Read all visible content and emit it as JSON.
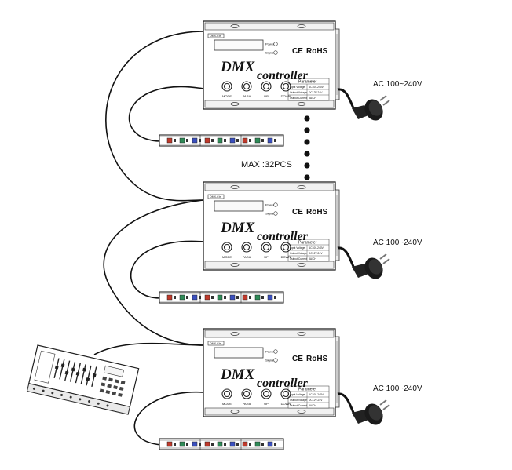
{
  "controller": {
    "model": "DMX-Ctrl",
    "indicator_power": "Power",
    "indicator_signal": "Signal",
    "cert_ce": "CE",
    "cert_rohs": "RoHS",
    "title_line1": "DMX",
    "title_line2": "controller",
    "param_title": "Parameter",
    "param_rows": [
      {
        "label": "Input Voltage",
        "value": "AC100-240V"
      },
      {
        "label": "Output Voltage",
        "value": "DC12V-24V"
      },
      {
        "label": "Output Current",
        "value": "3A/CH"
      }
    ],
    "buttons": [
      "MODE",
      "PARA",
      "UP",
      "DOWN"
    ]
  },
  "power_label": "AC 100~240V",
  "max_label": "MAX :32PCS",
  "strip": {
    "led_colors": [
      "#c0392b",
      "#2e8b57",
      "#3a4fbf",
      "#c0392b",
      "#2e8b57",
      "#3a4fbf",
      "#c0392b",
      "#2e8b57",
      "#3a4fbf"
    ]
  }
}
